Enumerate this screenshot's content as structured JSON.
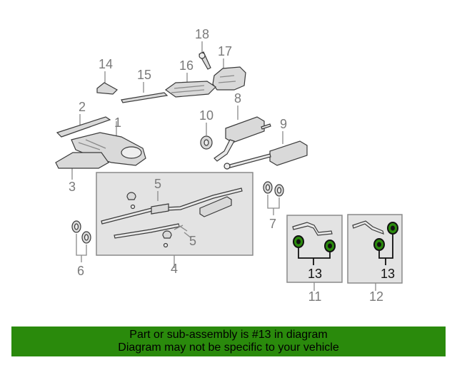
{
  "callouts": {
    "c1": "1",
    "c2": "2",
    "c3": "3",
    "c4": "4",
    "c5a": "5",
    "c5b": "5",
    "c6": "6",
    "c7": "7",
    "c8": "8",
    "c9": "9",
    "c10": "10",
    "c11": "11",
    "c12": "12",
    "c13a": "13",
    "c13b": "13",
    "c14": "14",
    "c15": "15",
    "c16": "16",
    "c17": "17",
    "c18": "18"
  },
  "highlight": {
    "part": "13",
    "color": "#2a8a0c"
  },
  "banner": {
    "line1": "Part or sub-assembly is #13 in diagram",
    "line2": "Diagram may not be specific to your vehicle",
    "color": "#2a8a0c"
  }
}
